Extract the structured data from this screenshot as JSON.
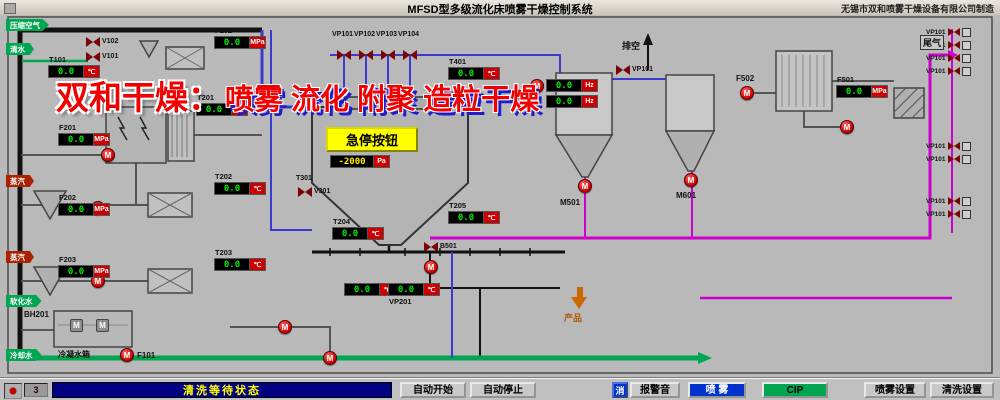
{
  "colors": {
    "led_green": "#00ee00",
    "led_yellow": "#ffee00",
    "unit_red": "#cc0000",
    "pipe_green": "#00a651",
    "pipe_magenta": "#cc00cc",
    "pipe_blue": "#3a3acc",
    "pump_red": "#c80000",
    "status_navy": "#000080",
    "status_text_yellow": "#ffff00",
    "cip_green": "#00a651",
    "button_blue": "#0033cc",
    "estop_yellow": "#ffff00",
    "watermark_red": "#f20000",
    "watermark_shadow_blue": "#1d1dc9"
  },
  "titlebar": {
    "title": "MFSD型多级流化床喷雾干燥控制系统",
    "manufacturer": "无锡市双和喷雾干燥设备有限公司制造"
  },
  "watermark": {
    "brand": "双和干燥：",
    "slogan": "喷雾 流化 附聚 造粒干燥"
  },
  "diagram": {
    "pump_letter": "M",
    "emergency_button": "急停按钮",
    "chamber_display": {
      "value": "-2000",
      "unit": "Pa"
    },
    "inlets": [
      {
        "label": "压缩空气"
      },
      {
        "label": "清水"
      },
      {
        "label": "蒸汽"
      },
      {
        "label": "蒸汽"
      },
      {
        "label": "软化水"
      },
      {
        "label": "冷却水"
      }
    ],
    "displays": [
      {
        "label": "F102",
        "value": "0.0",
        "unit": "MPa"
      },
      {
        "label": "T101",
        "value": "0.0",
        "unit": "℃"
      },
      {
        "label": "T201",
        "value": "0.0",
        "unit": "℃"
      },
      {
        "label": "F201",
        "value": "0.0",
        "unit": "MPa"
      },
      {
        "label": "T202",
        "value": "0.0",
        "unit": "℃"
      },
      {
        "label": "F202",
        "value": "0.0",
        "unit": "MPa"
      },
      {
        "label": "T203",
        "value": "0.0",
        "unit": "℃"
      },
      {
        "label": "F203",
        "value": "0.0",
        "unit": "MPa"
      },
      {
        "label": "T204",
        "value": "0.0",
        "unit": "℃"
      },
      {
        "label": "T205",
        "value": "0.0",
        "unit": "℃"
      },
      {
        "label": "T401",
        "value": "0.0",
        "unit": "℃"
      },
      {
        "label": "",
        "value": "0.0",
        "unit": "℃"
      },
      {
        "label": "VP201",
        "value": "0.0",
        "unit": "℃"
      },
      {
        "label": "",
        "value": "0.0",
        "unit": "Hz"
      },
      {
        "label": "",
        "value": "0.0",
        "unit": "Hz"
      },
      {
        "label": "F501",
        "value": "0.0",
        "unit": "MPa"
      }
    ],
    "valve_labels": {
      "v102": "V102",
      "v101": "V101",
      "t301": "T301",
      "v301": "V301",
      "b501": "B501",
      "vp_vent": "VP101"
    },
    "manifold_valves": [
      "VP101",
      "VP102",
      "VP103",
      "VP104"
    ],
    "right_valves": [
      "VP101",
      "VP101",
      "VP101",
      "VP101",
      "VP101",
      "VP101",
      "VP101",
      "VP101"
    ],
    "equipment_labels": {
      "m501": "M501",
      "m601": "M601",
      "f502": "F502",
      "f101_pump": "F101",
      "bh201": "BH201",
      "condensate_tank": "冷凝水箱"
    },
    "flow_labels": {
      "vent": "排空",
      "tail_gas": "尾气",
      "product": "产品"
    }
  },
  "bottombar": {
    "indicator": "3",
    "status": "清洗等待状态",
    "auto_start": "自动开始",
    "auto_stop": "自动停止",
    "mute_chip": "消",
    "mute_label": "报警音",
    "spray": "喷 雾",
    "cip": "CIP",
    "spray_settings": "喷雾设置",
    "clean_settings": "清洗设置"
  }
}
